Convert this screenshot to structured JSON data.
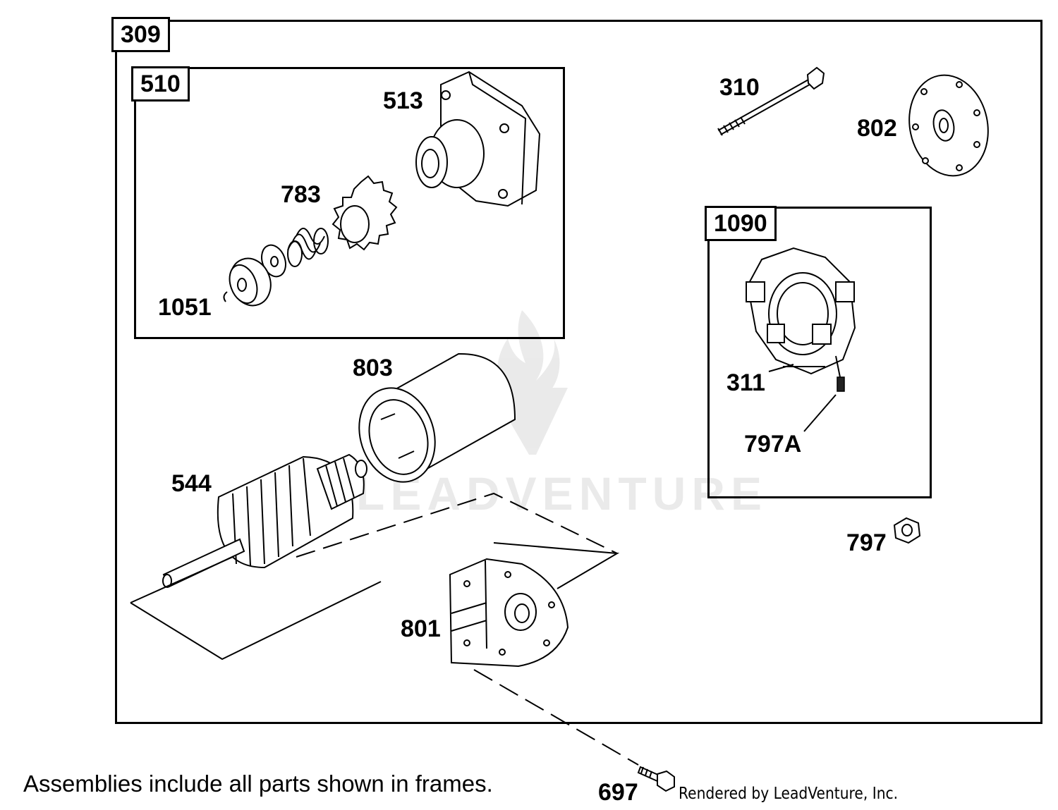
{
  "frames": {
    "main": {
      "label": "309"
    },
    "starter_drive": {
      "label": "510"
    },
    "brush_holder": {
      "label": "1090"
    }
  },
  "callouts": {
    "p310": "310",
    "p802": "802",
    "p513": "513",
    "p783": "783",
    "p1051": "1051",
    "p803": "803",
    "p311": "311",
    "p797a": "797A",
    "p544": "544",
    "p797": "797",
    "p801": "801",
    "p697": "697"
  },
  "note": "Assemblies include all parts shown in frames.",
  "credit": "Rendered by LeadVenture, Inc.",
  "watermark": "LEADVENTURE",
  "icons": [
    "bolt-icon",
    "gear-icon",
    "spring-icon",
    "washer-icon",
    "retaining-ring-icon",
    "hex-nut-icon",
    "screw-icon",
    "armature-icon",
    "motor-housing-icon",
    "end-cap-icon",
    "brush-holder-icon",
    "flange-icon",
    "leadventure-logo-icon"
  ]
}
